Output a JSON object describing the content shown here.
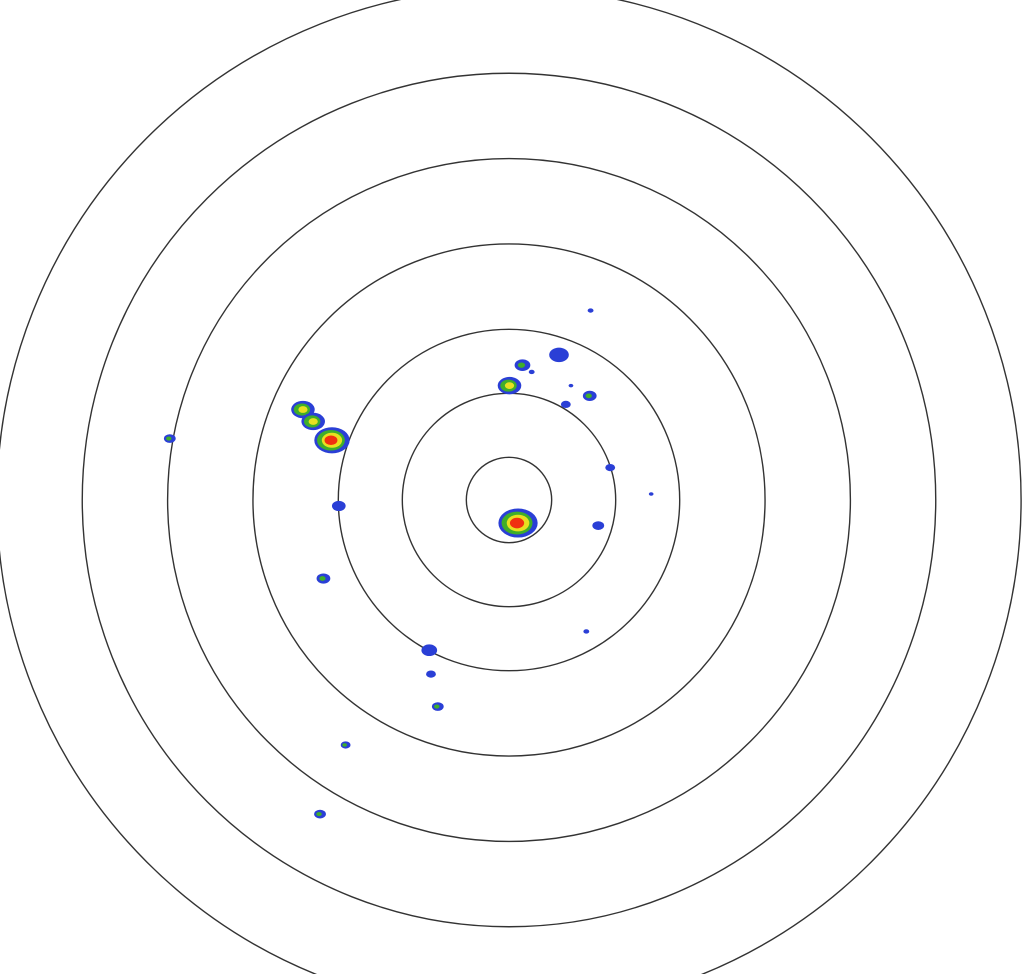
{
  "radar": {
    "range_rings_km": [
      25,
      62.5,
      100,
      150,
      200,
      250,
      300
    ],
    "ring_color": "#333333",
    "palette": {
      "very_light": "#2a3fd6",
      "light": "#3fae2a",
      "moderate": "#e8e020",
      "heavy": "#f03010"
    },
    "echoes": [
      {
        "east_km": 5,
        "north_km": -13.5,
        "radius_km": 10,
        "level": "heavy"
      },
      {
        "east_km": -104,
        "north_km": 35,
        "radius_km": 9,
        "level": "heavy"
      },
      {
        "east_km": -121,
        "north_km": 53,
        "radius_km": 6,
        "level": "moderate"
      },
      {
        "east_km": -115,
        "north_km": 46,
        "radius_km": 6,
        "level": "moderate"
      },
      {
        "east_km": 0,
        "north_km": 67,
        "radius_km": 6,
        "level": "moderate"
      },
      {
        "east_km": 7.6,
        "north_km": 79,
        "radius_km": 4,
        "level": "light"
      },
      {
        "east_km": 29,
        "north_km": 85,
        "radius_km": 5,
        "level": "very_light"
      },
      {
        "east_km": 47.5,
        "north_km": 111,
        "radius_km": 1.5,
        "level": "very_light"
      },
      {
        "east_km": 47,
        "north_km": 61,
        "radius_km": 3.5,
        "level": "light"
      },
      {
        "east_km": 33,
        "north_km": 56,
        "radius_km": 2.5,
        "level": "very_light"
      },
      {
        "east_km": 36,
        "north_km": 67,
        "radius_km": 1.2,
        "level": "very_light"
      },
      {
        "east_km": 13,
        "north_km": 75,
        "radius_km": 1.5,
        "level": "very_light"
      },
      {
        "east_km": 59,
        "north_km": 19,
        "radius_km": 2.5,
        "level": "very_light"
      },
      {
        "east_km": 83,
        "north_km": 3.5,
        "radius_km": 1.2,
        "level": "very_light"
      },
      {
        "east_km": 52,
        "north_km": -15,
        "radius_km": 3,
        "level": "very_light"
      },
      {
        "east_km": -100,
        "north_km": -3.5,
        "radius_km": 3.5,
        "level": "very_light"
      },
      {
        "east_km": -109,
        "north_km": -46,
        "radius_km": 3.5,
        "level": "light"
      },
      {
        "east_km": -47,
        "north_km": -88,
        "radius_km": 4,
        "level": "very_light"
      },
      {
        "east_km": -46,
        "north_km": -102,
        "radius_km": 2.5,
        "level": "very_light"
      },
      {
        "east_km": -42,
        "north_km": -121,
        "radius_km": 3,
        "level": "light"
      },
      {
        "east_km": -96,
        "north_km": -143.5,
        "radius_km": 2.5,
        "level": "light"
      },
      {
        "east_km": -111,
        "north_km": -184,
        "radius_km": 3,
        "level": "light"
      },
      {
        "east_km": -199,
        "north_km": 36,
        "radius_km": 3,
        "level": "light"
      },
      {
        "east_km": 45,
        "north_km": -77,
        "radius_km": 1.5,
        "level": "very_light"
      }
    ]
  }
}
